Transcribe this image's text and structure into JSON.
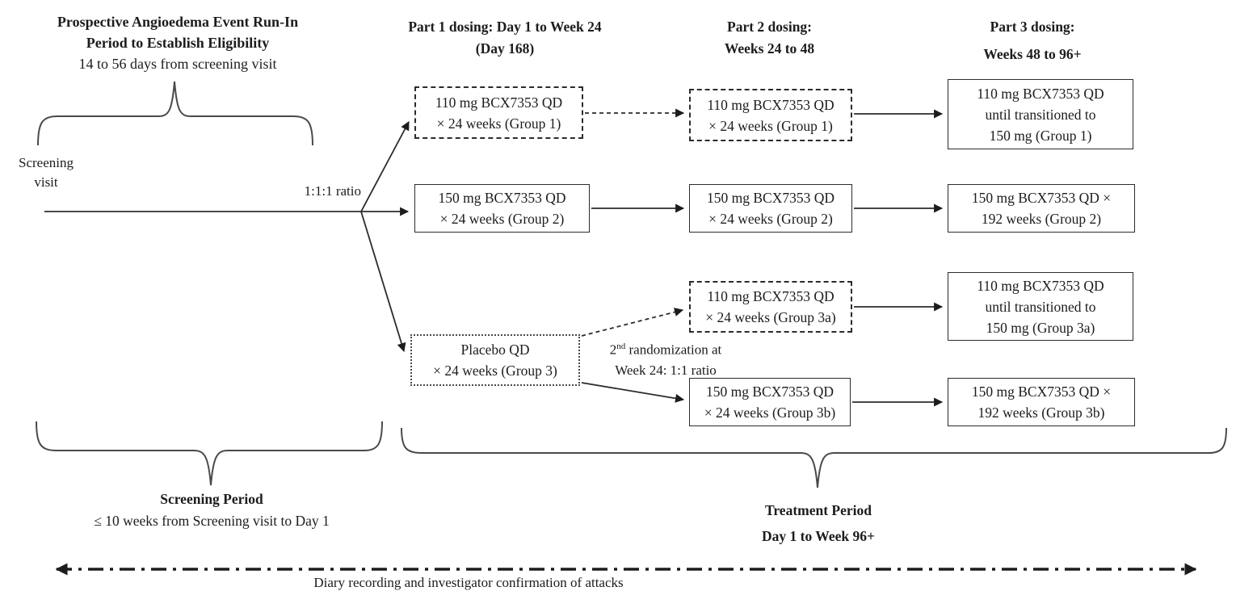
{
  "runin": {
    "line1": "Prospective Angioedema Event Run-In",
    "line2": "Period to Establish Eligibility",
    "line3": "14 to 56 days from screening visit"
  },
  "headers": {
    "part1": {
      "line1": "Part 1 dosing: Day 1 to Week 24",
      "line2": "(Day 168)"
    },
    "part2": {
      "line1": "Part 2 dosing:",
      "line2": "Weeks 24 to 48"
    },
    "part3": {
      "line1": "Part 3 dosing:",
      "line2": "Weeks 48 to 96+"
    }
  },
  "labels": {
    "screening_visit": {
      "line1": "Screening",
      "line2": "visit"
    },
    "ratio": "1:1:1 ratio",
    "second_randomization": {
      "num": "2",
      "sup": "nd",
      "rest": " randomization at",
      "line2": "Week 24: 1:1 ratio"
    }
  },
  "boxes": {
    "p1_g1": {
      "line1": "110 mg BCX7353 QD",
      "line2": "× 24 weeks (Group 1)"
    },
    "p1_g2": {
      "line1": "150 mg BCX7353 QD",
      "line2": "× 24 weeks (Group 2)"
    },
    "p1_g3": {
      "line1": "Placebo QD",
      "line2": "× 24 weeks (Group 3)"
    },
    "p2_g1": {
      "line1": "110 mg BCX7353 QD",
      "line2": "× 24 weeks (Group 1)"
    },
    "p2_g2": {
      "line1": "150 mg BCX7353 QD",
      "line2": "× 24 weeks (Group 2)"
    },
    "p2_g3a": {
      "line1": "110 mg BCX7353 QD",
      "line2": "× 24 weeks (Group 3a)"
    },
    "p2_g3b": {
      "line1": "150 mg BCX7353 QD",
      "line2": "× 24 weeks (Group 3b)"
    },
    "p3_g1": {
      "line1": "110 mg BCX7353 QD",
      "line2": "until transitioned to",
      "line3": "150 mg (Group 1)"
    },
    "p3_g2": {
      "line1": "150 mg BCX7353 QD ×",
      "line2": "192 weeks (Group 2)"
    },
    "p3_g3a": {
      "line1": "110 mg BCX7353 QD",
      "line2": "until transitioned to",
      "line3": "150 mg (Group 3a)"
    },
    "p3_g3b": {
      "line1": "150 mg BCX7353 QD ×",
      "line2": "192 weeks (Group 3b)"
    }
  },
  "periods": {
    "screening": {
      "title": "Screening Period",
      "detail": "≤ 10 weeks from Screening visit to Day 1"
    },
    "treatment": {
      "title": "Treatment Period",
      "detail": "Day 1 to Week 96+"
    }
  },
  "footer": {
    "caption": "Diary recording and investigator confirmation of attacks"
  },
  "colors": {
    "ink": "#1c1c1c",
    "line_gray": "#4a4a4a"
  }
}
